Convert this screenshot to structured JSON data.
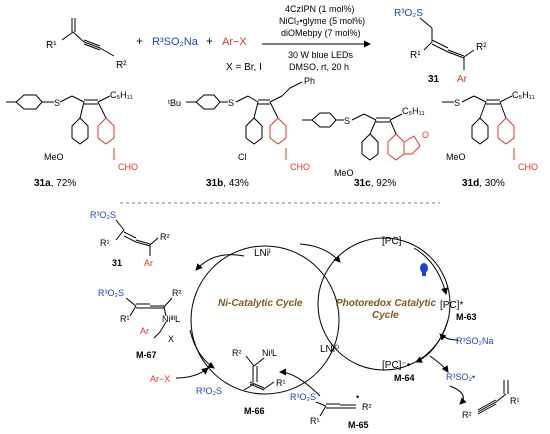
{
  "reaction": {
    "reagent_r3so2na": "R³SO₂Na",
    "reagent_arx": "Ar−X",
    "plus": "+",
    "r1": "R¹",
    "r2": "R²",
    "r3so2": "R³O₂S",
    "ar": "Ar",
    "conditions": [
      "4CzIPN (1 mol%)",
      "NiCl₂•glyme (5 mol%)",
      "diOMebpy (7 mol%)",
      "30 W blue LEDs",
      "DMSO, rt, 20 h"
    ],
    "x_note": "X = Br, I",
    "product_label": "31"
  },
  "examples": [
    {
      "id": "31a",
      "yield": ", 72%",
      "substituent_top": "C₅H₁₁",
      "aryl_sub": "MeO",
      "ar_sub": "CHO"
    },
    {
      "id": "31b",
      "yield": ", 43%",
      "substituent_top": "Ph",
      "aryl_sub": "Cl",
      "ar_sub": "CHO",
      "sulfonyl_sub": "ᵗBu"
    },
    {
      "id": "31c",
      "yield": ", 92%",
      "substituent_top": "C₅H₁₁",
      "aryl_sub": "MeO",
      "ar_sub": "O"
    },
    {
      "id": "31d",
      "yield": ", 30%",
      "substituent_top": "C₅H₁₁",
      "aryl_sub": "MeO",
      "ar_sub": "CHO"
    }
  ],
  "mechanism": {
    "ni_cycle": "Ni-Catalytic Cycle",
    "photo_cycle_line1": "Photoredox Catalytic",
    "photo_cycle_line2": "Cycle",
    "lni_i": "LNiᴵ",
    "lni_0": "LNi⁰",
    "pc": "[PC]",
    "pc_star": "[PC]*",
    "pc_minus": "[PC]⁻•",
    "m63": "M-63",
    "m64": "M-64",
    "m65": "M-65",
    "m66": "M-66",
    "m67": "M-67",
    "r3so2na": "R³SO₂Na",
    "r3so2_radical": "R³SO₂•",
    "ar_x": "Ar−X",
    "ni_iii": "NiᴵᴵᴵL",
    "ni_i_l": "NiᴵL",
    "x": "X",
    "ar": "Ar",
    "r1": "R¹",
    "r2": "R²",
    "r3o2s": "R³O₂S",
    "product": "31"
  },
  "colors": {
    "accent_blue": "#1f3fd6",
    "accent_red": "#d93a2b",
    "cycle_text": "#7a5a16",
    "lamp": "#1f3fd6"
  }
}
